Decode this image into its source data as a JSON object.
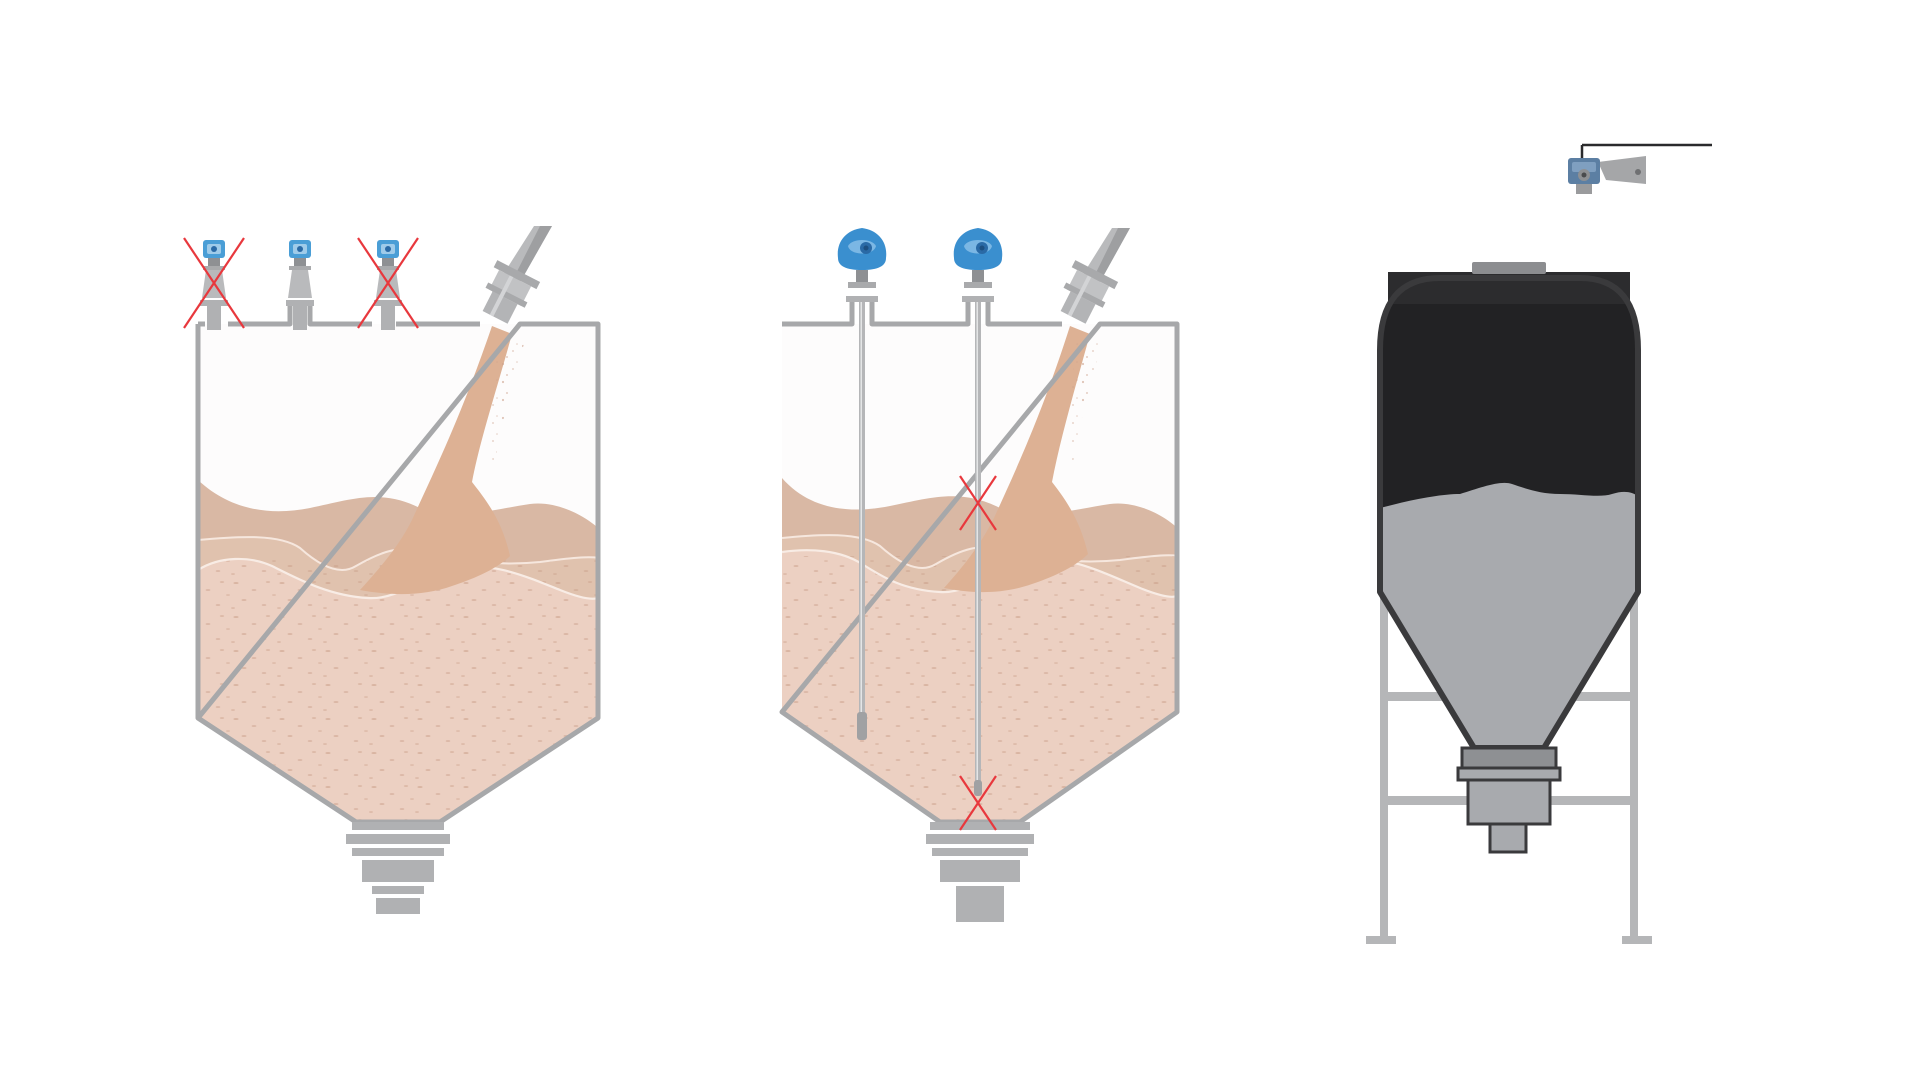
{
  "colors": {
    "background": "#ffffff",
    "silo_outline": "#a7a8aa",
    "outlet_gray": "#b0b1b3",
    "powder_light": "#ecd0c2",
    "powder_mid": "#dcb8a2",
    "powder_stream": "#ddb194",
    "powder_band": "#d4b09a",
    "powder_speckle": "#c99e88",
    "cross_red": "#e8383d",
    "sensor_blue": "#3a8fcf",
    "sensor_blue_dark": "#2a6aa6",
    "tank_black": "#222224",
    "tank_gray": "#a8aaae",
    "frame_gray": "#b5b6b8",
    "lidar_blue": "#5c7fa3"
  },
  "panels": [
    {
      "id": "radar-horn-silo",
      "sensors": [
        {
          "icon": "radar-level-transmitter-icon",
          "crossed": true
        },
        {
          "icon": "radar-level-transmitter-icon",
          "crossed": false
        },
        {
          "icon": "radar-level-transmitter-icon",
          "crossed": true
        }
      ],
      "inlet": "fill-pipe-icon"
    },
    {
      "id": "guided-wave-radar-silo",
      "sensors": [
        {
          "icon": "guided-wave-radar-transmitter-icon",
          "crossed": false
        },
        {
          "icon": "guided-wave-radar-transmitter-icon",
          "crossed": true
        }
      ],
      "inlet": "fill-pipe-icon"
    },
    {
      "id": "3d-scanner-tank",
      "sensors": [
        {
          "icon": "3d-solids-scanner-icon",
          "crossed": false
        }
      ]
    }
  ]
}
